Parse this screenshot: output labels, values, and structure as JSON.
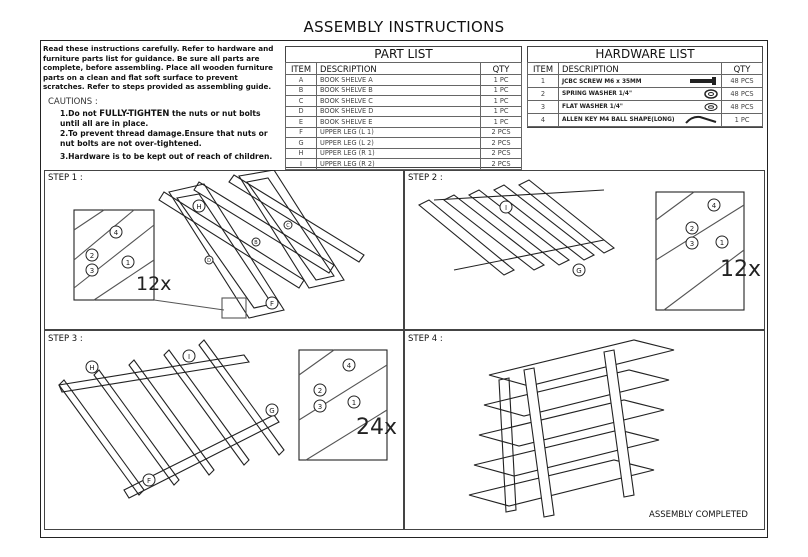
{
  "title": "ASSEMBLY INSTRUCTIONS",
  "intro": "Read these instructions carefully. Refer to hardware and furniture parts list for guidance. Be sure all parts are complete, before assembling. Place all wooden furniture parts on a clean and flat soft surface to prevent scratches. Refer to steps provided as assembling guide.",
  "cautions": {
    "heading": "CAUTIONS :",
    "c1_pre": "1.Do not ",
    "c1_bold": "FULLY-TIGHTEN",
    "c1_post": " the nuts or nut bolts until all are in place.",
    "c2": "2.To prevent thread damage.Ensure that nuts or nut bolts are not over-tightened.",
    "c3": "3.Hardware is to be kept out of reach of children."
  },
  "part_list": {
    "title": "PART LIST",
    "headers": [
      "ITEM",
      "DESCRIPTION",
      "QTY"
    ],
    "rows": [
      [
        "A",
        "BOOK SHELVE  A",
        "1 PC"
      ],
      [
        "B",
        "BOOK SHELVE  B",
        "1 PC"
      ],
      [
        "C",
        "BOOK SHELVE  C",
        "1 PC"
      ],
      [
        "D",
        "BOOK SHELVE  D",
        "1 PC"
      ],
      [
        "E",
        "BOOK SHELVE  E",
        "1 PC"
      ],
      [
        "F",
        "UPPER LEG (L 1)",
        "2 PCS"
      ],
      [
        "G",
        "UPPER LEG (L 2)",
        "2 PCS"
      ],
      [
        "H",
        "UPPER LEG (R 1)",
        "2 PCS"
      ],
      [
        "I",
        "UPPER LEG (R 2)",
        "2 PCS"
      ]
    ]
  },
  "hardware_list": {
    "title": "HARDWARE LIST",
    "headers": [
      "ITEM",
      "DESCRIPTION",
      "QTY"
    ],
    "rows": [
      {
        "item": "1",
        "desc": "JCBC SCREW M6 x 35MM",
        "qty": "48 PCS",
        "icon": "screw-icon"
      },
      {
        "item": "2",
        "desc": "SPRING WASHER 1/4\"",
        "qty": "48 PCS",
        "icon": "spring-washer-icon"
      },
      {
        "item": "3",
        "desc": "FLAT WASHER 1/4\"",
        "qty": "48 PCS",
        "icon": "flat-washer-icon"
      },
      {
        "item": "4",
        "desc": "ALLEN KEY M4 BALL SHAPE(LONG)",
        "qty": "1 PC",
        "icon": "allen-key-icon"
      }
    ]
  },
  "steps": [
    {
      "label": "STEP 1 :",
      "count": "12x",
      "parts": [
        "H",
        "B",
        "C",
        "D",
        "F"
      ]
    },
    {
      "label": "STEP 2 :",
      "count": "12x",
      "parts": [
        "I",
        "G"
      ]
    },
    {
      "label": "STEP 3 :",
      "count": "24x",
      "parts": [
        "H",
        "I",
        "G",
        "F"
      ]
    },
    {
      "label": "STEP 4 :"
    }
  ],
  "callout_numbers": [
    "1",
    "2",
    "3",
    "4"
  ],
  "completed": "ASSEMBLY COMPLETED"
}
